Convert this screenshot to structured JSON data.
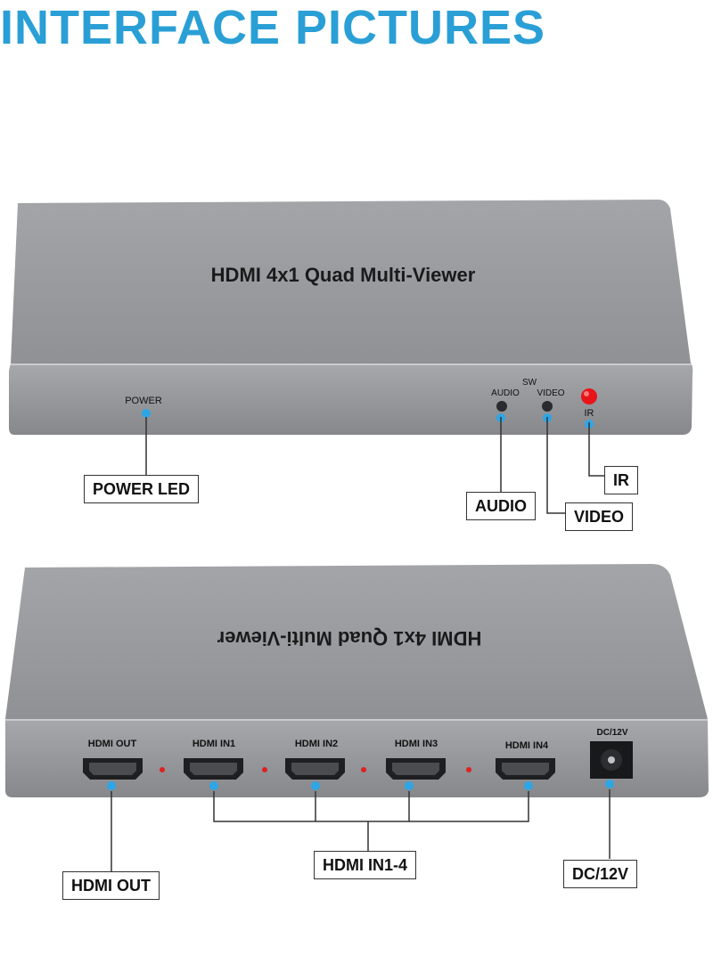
{
  "title": "INTERFACE PICTURES",
  "front": {
    "product_name": "HDMI 4x1 Quad Multi-Viewer",
    "labels": {
      "power": "POWER",
      "sw": "SW",
      "audio": "AUDIO",
      "video": "VIDEO",
      "ir": "IR"
    },
    "callouts": {
      "power_led": "POWER LED",
      "audio": "AUDIO",
      "video": "VIDEO",
      "ir": "IR"
    }
  },
  "back": {
    "product_name": "HDMI 4x1 Quad Multi-Viewer",
    "ports": [
      "HDMI OUT",
      "HDMI IN1",
      "HDMI IN2",
      "HDMI IN3",
      "HDMI IN4"
    ],
    "dc_label": "DC/12V",
    "callouts": {
      "hdmi_out": "HDMI OUT",
      "hdmi_in": "HDMI IN1-4",
      "dc": "DC/12V"
    }
  },
  "colors": {
    "title": "#2a9fd6",
    "device": "#9a9ca0",
    "indicator_dot": "#2ea6e6",
    "ir_led": "#e8141a"
  }
}
